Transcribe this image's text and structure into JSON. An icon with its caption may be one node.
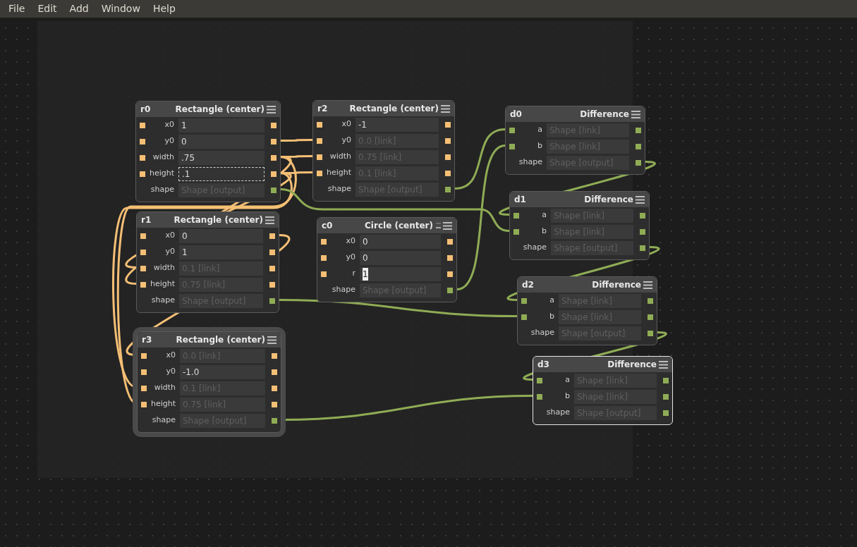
{
  "diagram": {
    "nodes": [
      {
        "text": [
          "r0",
          "Rectangle (center)",
          "x0",
          "1",
          "y0",
          "0",
          "width",
          ".75",
          "height",
          ".1",
          "shape",
          "Shape [output]"
        ]
      },
      {
        "text": [
          "r2",
          "Rectangle (center)",
          "x0",
          "-1",
          "y0",
          "0.0 [link]",
          "width",
          "0.75 [link]",
          "height",
          "0.1 [link]",
          "shape",
          "Shape [output]"
        ]
      },
      {
        "text": [
          "d0",
          "Difference",
          "a",
          "Shape [link]",
          "b",
          "Shape [link]",
          "shape",
          "Shape [output]"
        ]
      },
      {
        "text": [
          "d1",
          "Difference",
          "a",
          "Shape [link]",
          "b",
          "Shape [link]",
          "shape",
          "Shape [output]"
        ]
      },
      {
        "text": [
          "r1",
          "Rectangle (center)",
          "x0",
          "0",
          "y0",
          "1",
          "width",
          "0.1 [link]",
          "height",
          "0.75 [link]",
          "shape",
          "Shape [output]"
        ]
      },
      {
        "text": [
          "c0",
          "Circle (center)",
          "x0",
          "0",
          "y0",
          "0",
          "r",
          "1",
          "shape",
          "Shape [output]"
        ]
      },
      {
        "text": [
          "d2",
          "Difference",
          "a",
          "Shape [link]",
          "b",
          "Shape [link]",
          "shape",
          "Shape [output]"
        ]
      },
      {
        "text": [
          "r3",
          "Rectangle (center)",
          "x0",
          "0.0 [link]",
          "y0",
          "-1.0",
          "width",
          "0.1 [link]",
          "height",
          "0.75 [link]",
          "shape",
          "Shape [output]"
        ]
      },
      {
        "text": [
          "d3",
          "Difference",
          "a",
          "Shape [link]",
          "b",
          "Shape [link]",
          "shape",
          "Shape [output]"
        ]
      }
    ],
    "edges": [
      {
        "from": 0,
        "to": 1,
        "arrow": "none"
      },
      {
        "from": 0,
        "to": 1,
        "arrow": "none"
      },
      {
        "from": 0,
        "to": 1,
        "arrow": "none"
      },
      {
        "from": 0,
        "to": 4,
        "arrow": "none"
      },
      {
        "from": 0,
        "to": 4,
        "arrow": "none"
      },
      {
        "from": 0,
        "to": 7,
        "arrow": "none"
      },
      {
        "from": 0,
        "to": 7,
        "arrow": "none"
      },
      {
        "from": 4,
        "to": 7,
        "arrow": "none"
      },
      {
        "from": 0,
        "to": 3,
        "arrow": "none",
        "color": "#8fac55"
      },
      {
        "from": 1,
        "to": 2,
        "arrow": "none",
        "color": "#8fac55"
      },
      {
        "from": 5,
        "to": 2,
        "arrow": "none",
        "color": "#8fac55"
      },
      {
        "from": 2,
        "to": 3,
        "arrow": "none",
        "color": "#8fac55"
      },
      {
        "from": 3,
        "to": 6,
        "arrow": "none",
        "color": "#8fac55"
      },
      {
        "from": 4,
        "to": 6,
        "arrow": "none",
        "color": "#8fac55"
      },
      {
        "from": 6,
        "to": 8,
        "arrow": "none",
        "color": "#8fac55"
      },
      {
        "from": 7,
        "to": 8,
        "arrow": "none",
        "color": "#8fac55"
      }
    ],
    "labels": [
      "File",
      "Edit",
      "Add",
      "Window",
      "Help"
    ]
  }
}
